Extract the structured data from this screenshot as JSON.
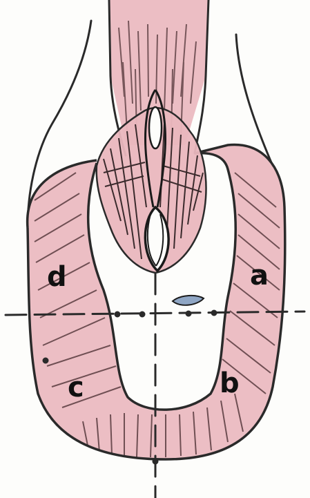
{
  "labels": {
    "a": "a",
    "b": "b",
    "c": "c",
    "d": "d"
  },
  "colors": {
    "tissue_pink": "#eab7be",
    "tissue_hatch": "#5a3c40",
    "outline": "#2a2a2a",
    "paper": "#fdfdfb",
    "blue_mark": "#8fa6c4"
  }
}
